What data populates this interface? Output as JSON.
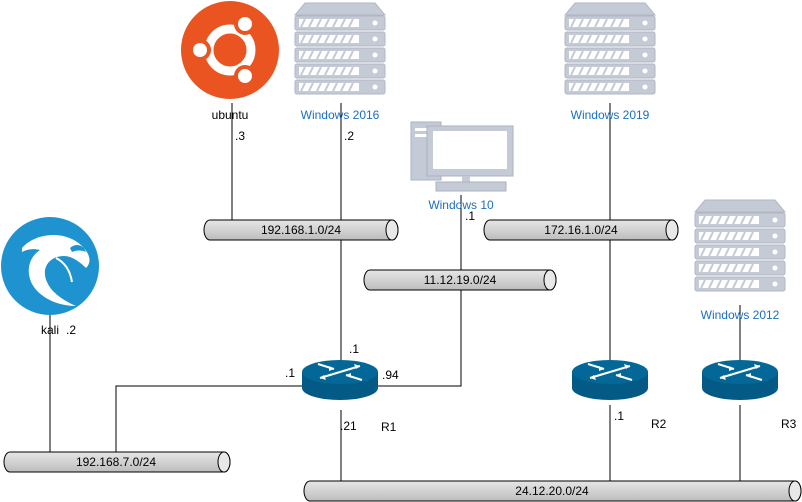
{
  "diagram": {
    "title": "Network topology",
    "nodes": {
      "ubuntu": {
        "label": "ubuntu",
        "iface": ".3",
        "type": "ubuntu-logo",
        "color": "#e95420"
      },
      "win2016": {
        "label": "Windows 2016",
        "iface": ".2",
        "type": "server"
      },
      "win10": {
        "label": "Windows 10",
        "iface": ".1",
        "type": "workstation"
      },
      "win2019": {
        "label": "Windows 2019",
        "type": "server"
      },
      "win2012": {
        "label": "Windows 2012",
        "type": "server"
      },
      "kali": {
        "label": "kali",
        "iface": ".2",
        "type": "kali-logo",
        "color": "#1f93d0"
      },
      "r1": {
        "label": "R1",
        "type": "router",
        "ifaces": {
          "top": ".1",
          "left": ".1",
          "right": ".94",
          "bottom": ".21"
        }
      },
      "r2": {
        "label": "R2",
        "type": "router",
        "ifaces": {
          "bottom": ".1"
        }
      },
      "r3": {
        "label": "R3",
        "type": "router"
      }
    },
    "networks": {
      "n1": {
        "label": "192.168.1.0/24"
      },
      "n2": {
        "label": "172.16.1.0/24"
      },
      "n3": {
        "label": "11.12.19.0/24"
      },
      "n4": {
        "label": "192.168.7.0/24"
      },
      "n5": {
        "label": "24.12.20.0/24"
      }
    },
    "colors": {
      "router": "#036897",
      "server": "#c5cbd6",
      "segment": "#d1d1d1",
      "label_blue": "#1a6fc4"
    }
  }
}
